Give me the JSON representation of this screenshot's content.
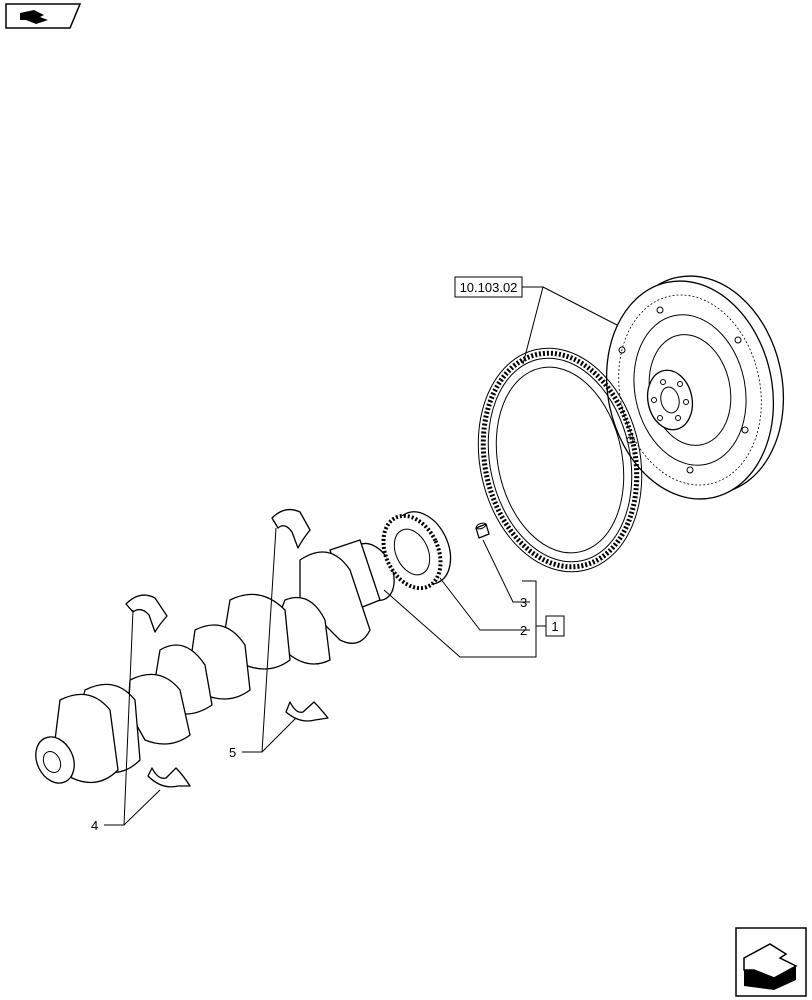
{
  "references": {
    "flywheel_group": "10.103.02",
    "assembly_box": "1"
  },
  "callouts": {
    "item_2": "2",
    "item_3": "3",
    "item_4": "4",
    "item_5": "5"
  },
  "icons": {
    "top_left": "page-back-icon",
    "bottom_right": "next-page-icon"
  }
}
